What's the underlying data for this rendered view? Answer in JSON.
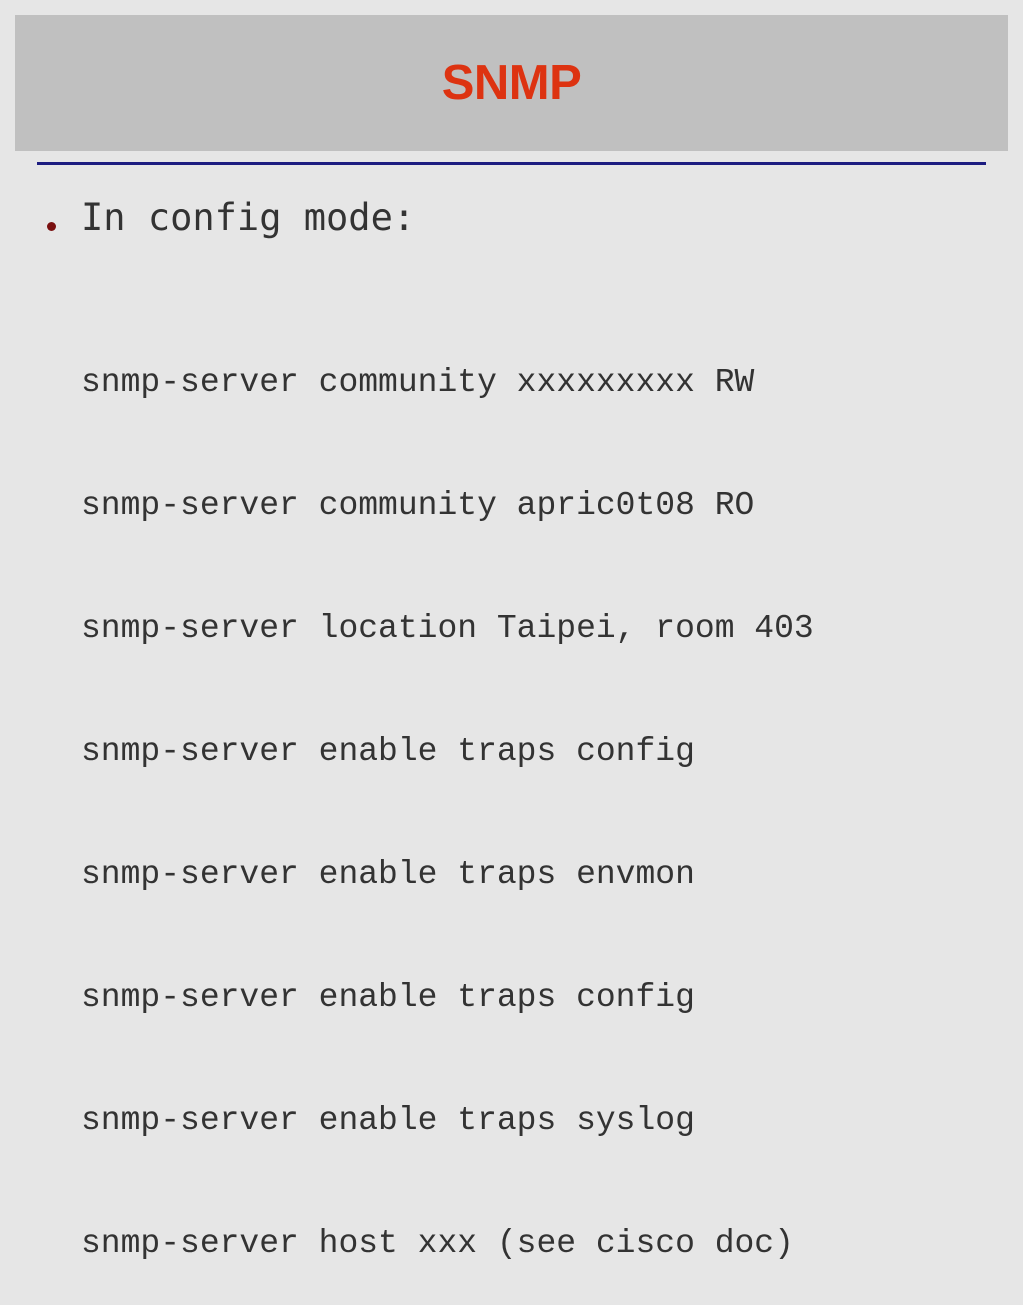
{
  "slide": {
    "title": "SNMP",
    "bullet": "In config mode:",
    "code_lines": [
      "snmp-server community xxxxxxxxx RW",
      "snmp-server community apric0t08 RO",
      "snmp-server location Taipei, room 403",
      "snmp-server enable traps config",
      "snmp-server enable traps envmon",
      "snmp-server enable traps config",
      "snmp-server enable traps syslog",
      "snmp-server host xxx (see cisco doc)"
    ]
  },
  "colors": {
    "background": "#e6e6e6",
    "title_band": "#c0c0c0",
    "title_text": "#dd3311",
    "rule": "#1c1c80",
    "bullet": "#7a1010",
    "body_text": "#333333"
  }
}
